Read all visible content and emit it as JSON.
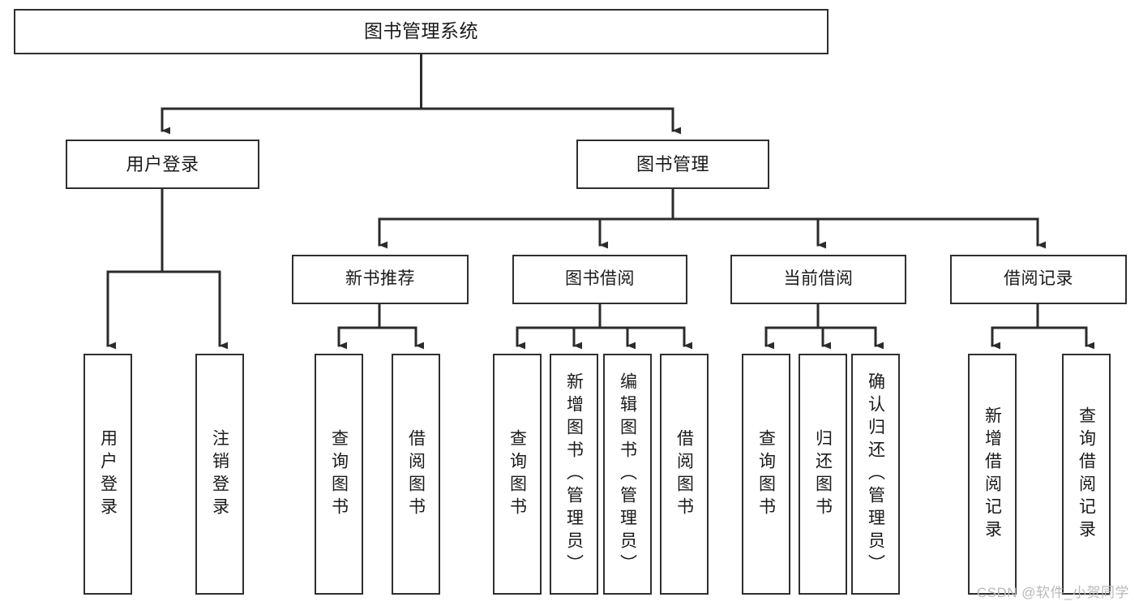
{
  "diagram": {
    "title_node": {
      "label": "图书管理系统"
    },
    "level2": [
      {
        "id": "user-login",
        "label": "用户登录"
      },
      {
        "id": "book-management",
        "label": "图书管理"
      }
    ],
    "level3": [
      {
        "id": "new-book-recommend",
        "label": "新书推荐"
      },
      {
        "id": "book-borrow",
        "label": "图书借阅"
      },
      {
        "id": "current-borrow",
        "label": "当前借阅"
      },
      {
        "id": "borrow-record",
        "label": "借阅记录"
      }
    ],
    "leaves": [
      {
        "id": "leaf-user-login",
        "label": "用户登录",
        "parent": "user-login"
      },
      {
        "id": "leaf-logout",
        "label": "注销登录",
        "parent": "user-login"
      },
      {
        "id": "leaf-query-book-1",
        "label": "查询图书",
        "parent": "new-book-recommend"
      },
      {
        "id": "leaf-borrow-book-1",
        "label": "借阅图书",
        "parent": "new-book-recommend"
      },
      {
        "id": "leaf-query-book-2",
        "label": "查询图书",
        "parent": "book-borrow"
      },
      {
        "id": "leaf-add-book",
        "label": "新增图书（管理员）",
        "parent": "book-borrow"
      },
      {
        "id": "leaf-edit-book",
        "label": "编辑图书（管理员）",
        "parent": "book-borrow"
      },
      {
        "id": "leaf-borrow-book-2",
        "label": "借阅图书",
        "parent": "book-borrow"
      },
      {
        "id": "leaf-query-book-3",
        "label": "查询图书",
        "parent": "current-borrow"
      },
      {
        "id": "leaf-return-book",
        "label": "归还图书",
        "parent": "current-borrow"
      },
      {
        "id": "leaf-confirm-return",
        "label": "确认归还（管理员）",
        "parent": "current-borrow"
      },
      {
        "id": "leaf-add-record",
        "label": "新增借阅记录",
        "parent": "borrow-record"
      },
      {
        "id": "leaf-query-record",
        "label": "查询借阅记录",
        "parent": "borrow-record"
      }
    ],
    "watermark": "CSDN @软件_小贺同学",
    "colors": {
      "border": "#2f2f2f",
      "connector": "#2b2b2b",
      "background": "#ffffff",
      "text": "#1a1a1a",
      "watermark": "#b9b9b9"
    }
  }
}
